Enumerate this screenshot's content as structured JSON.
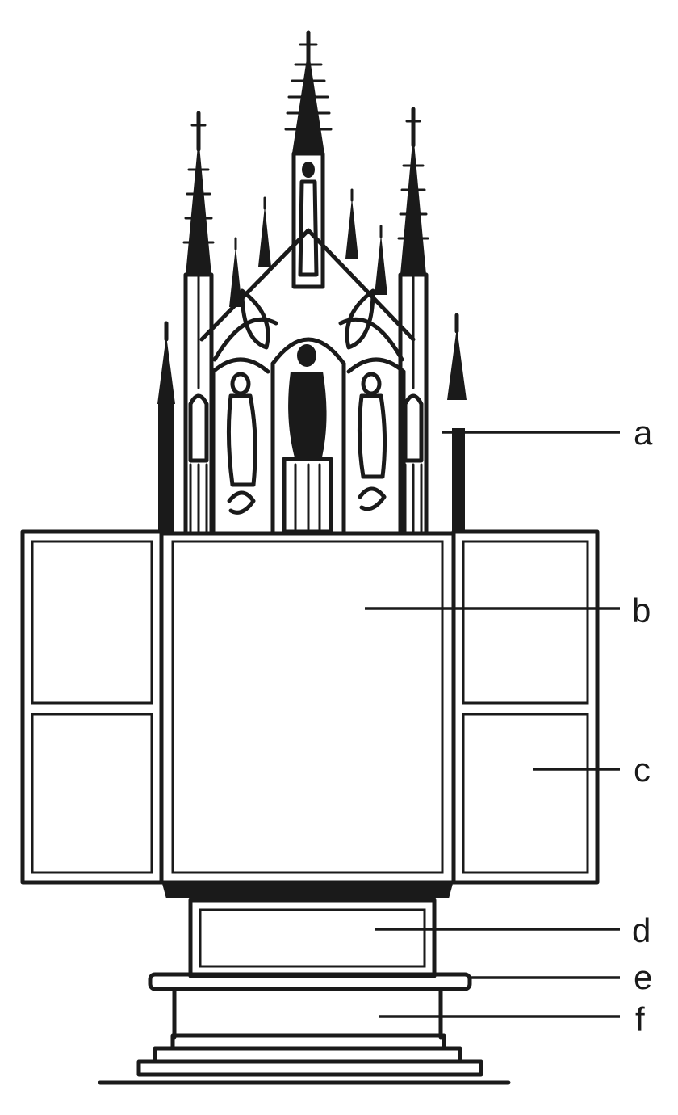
{
  "labels": {
    "a": "a",
    "b": "b",
    "c": "c",
    "d": "d",
    "e": "e",
    "f": "f"
  },
  "colors": {
    "ink": "#1a1a1a",
    "paper": "#ffffff"
  }
}
